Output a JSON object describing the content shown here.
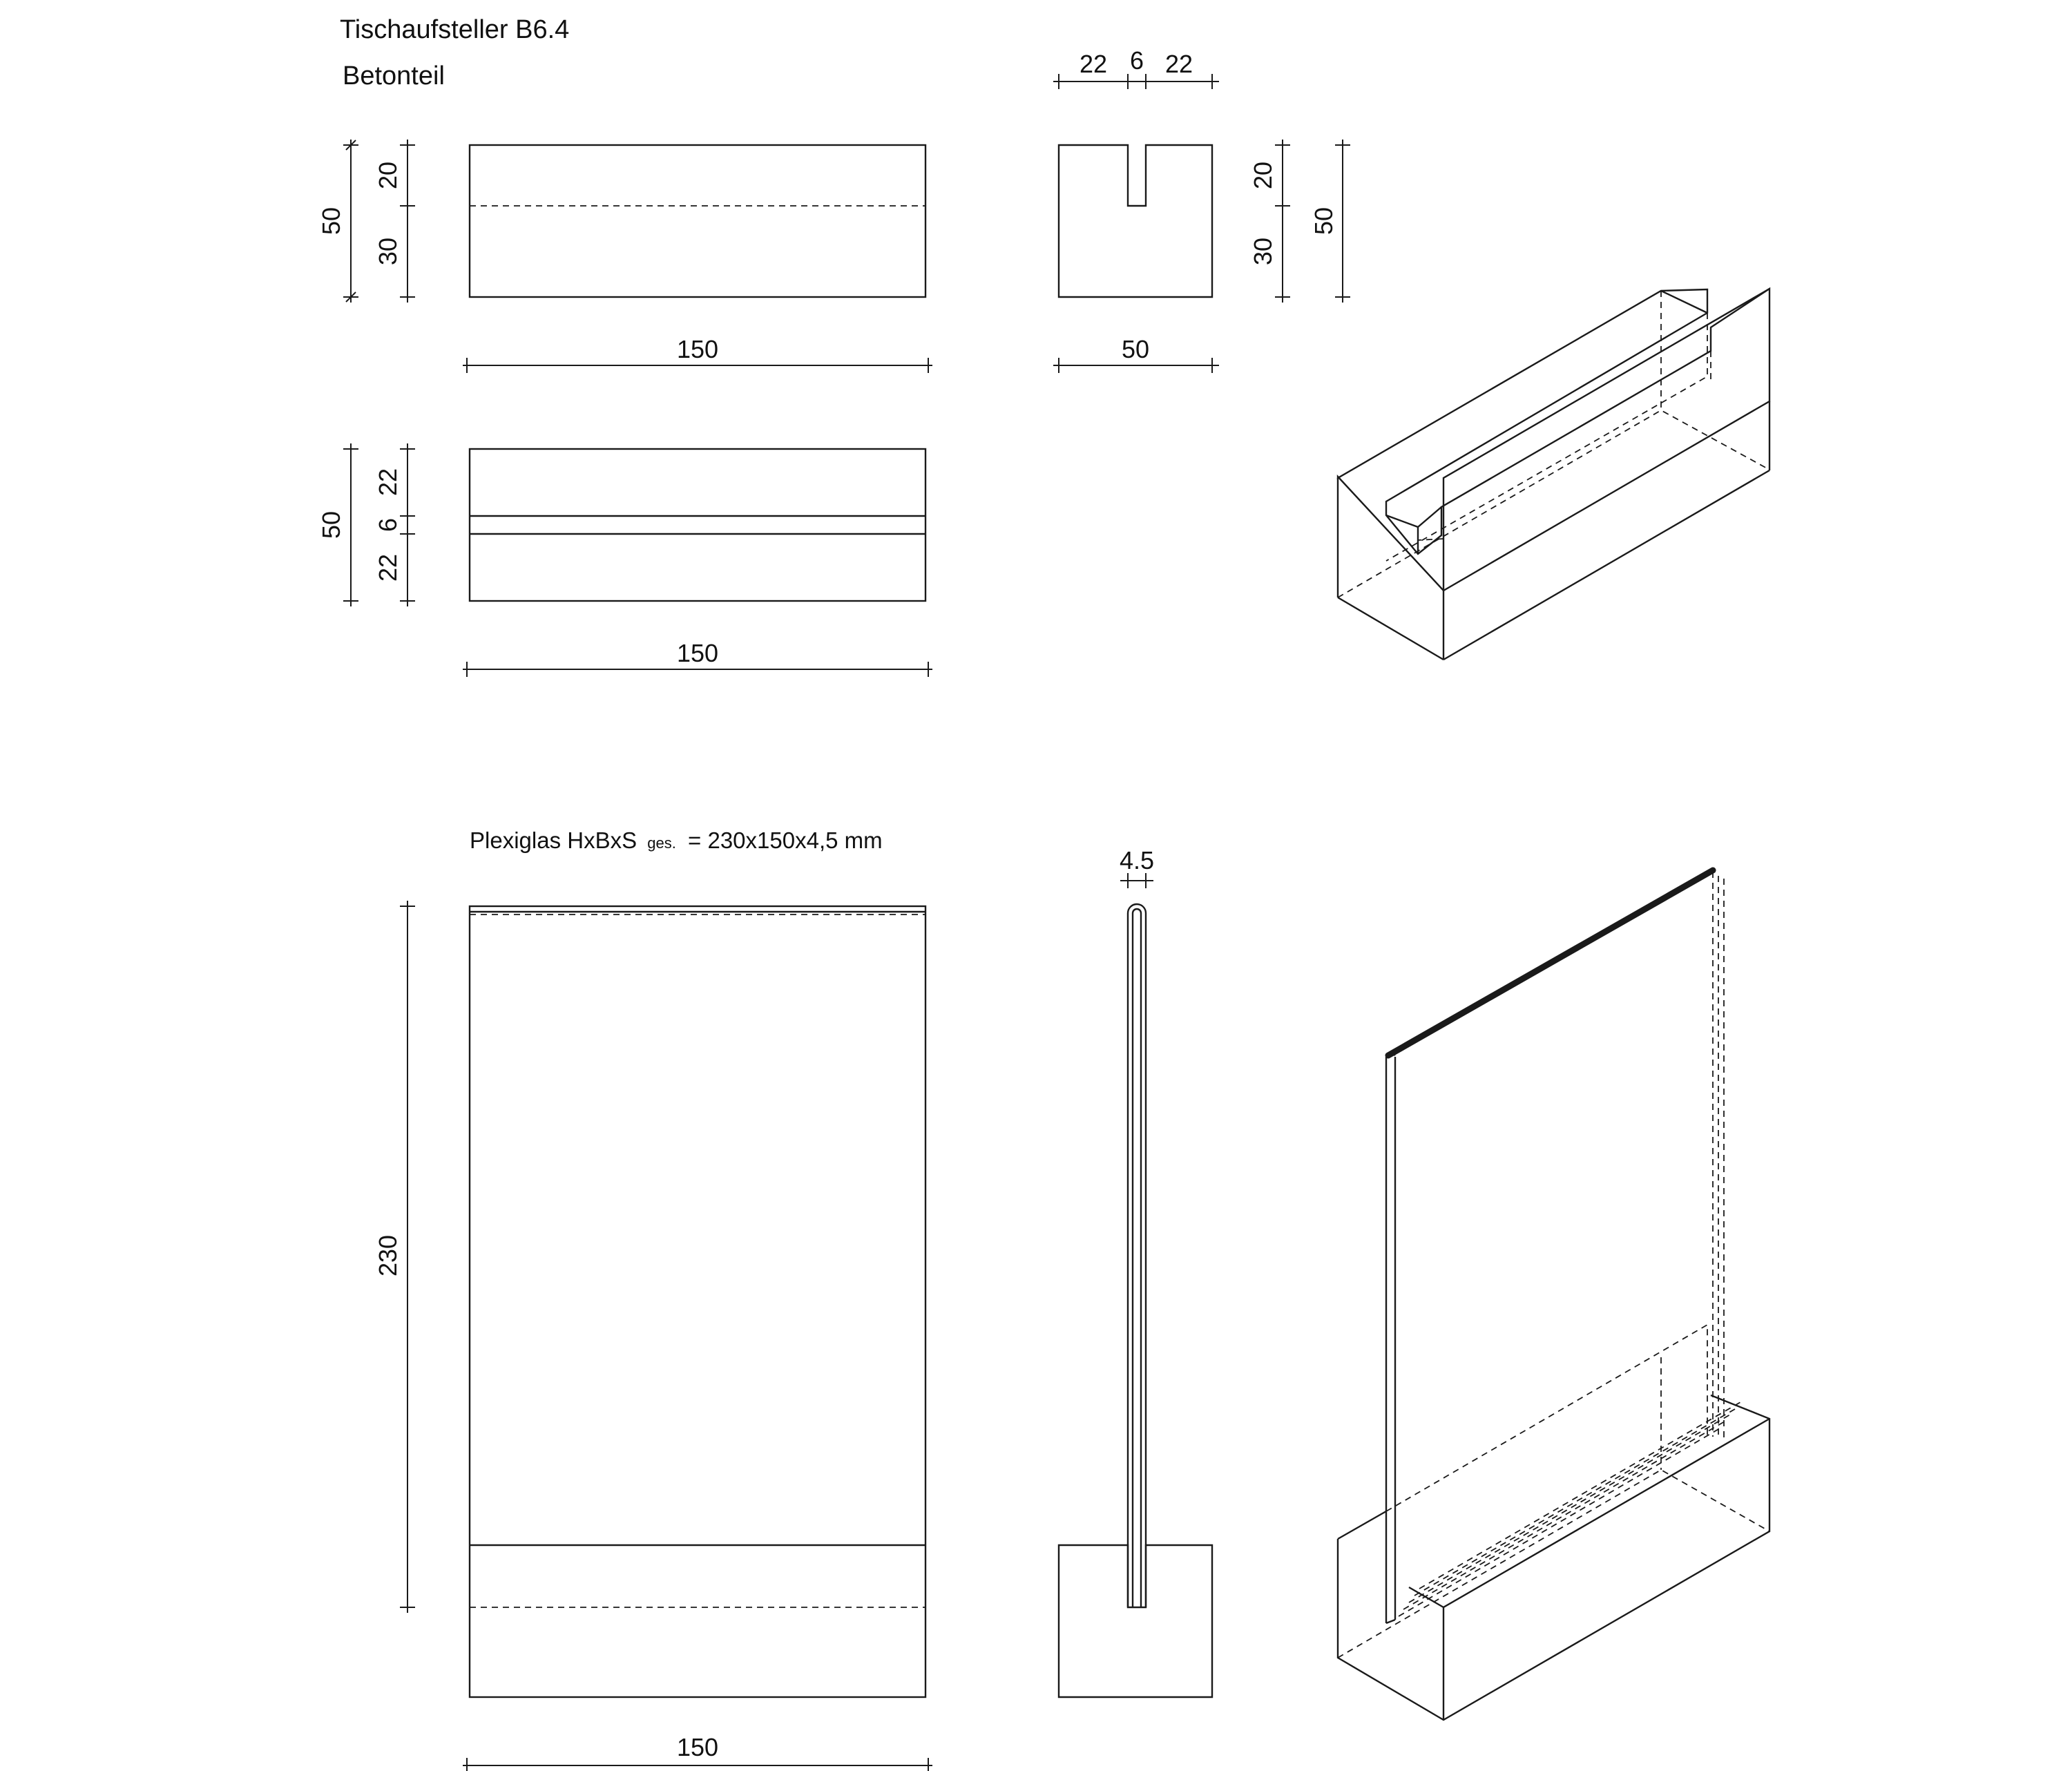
{
  "title": {
    "line1": "Tischaufsteller B6.4",
    "line2": "Betonteil"
  },
  "note": {
    "prefix": "Plexiglas HxBxS",
    "subscript": "ges.",
    "suffix": "= 230x150x4,5 mm"
  },
  "dims": {
    "front_height_total": "50",
    "front_height_top": "20",
    "front_height_bottom": "30",
    "front_width": "150",
    "side_slot_left": "22",
    "side_slot_gap": "6",
    "side_slot_right": "22",
    "side_height_top": "20",
    "side_height_bottom": "30",
    "side_height_total": "50",
    "side_width": "50",
    "top_height_total": "50",
    "top_seg_a": "22",
    "top_seg_b": "6",
    "top_seg_c": "22",
    "top_width": "150",
    "glass_height": "230",
    "glass_width": "150",
    "glass_thickness": "4.5"
  }
}
